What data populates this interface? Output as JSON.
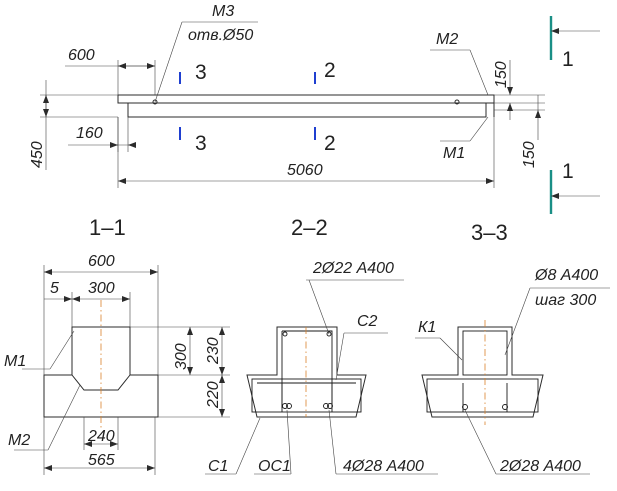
{
  "plan": {
    "mark_m3": "М3",
    "hole_note": "отв.Ø50",
    "dim_600": "600",
    "dim_450": "450",
    "dim_160": "160",
    "dim_5060": "5060",
    "dim_150_top": "150",
    "dim_150_bottom": "150",
    "mark_m2": "М2",
    "mark_m1": "М1",
    "cut3_top": "3",
    "cut2_top": "2",
    "cut3_bottom": "3",
    "cut2_bottom": "2",
    "sect1_top": "1",
    "sect1_bottom": "1"
  },
  "section_1_1": {
    "title": "1–1",
    "dim_600": "600",
    "dim_5": "5",
    "dim_300": "300",
    "dim_300_v": "300",
    "dim_230": "230",
    "dim_220": "220",
    "dim_240": "240",
    "dim_565": "565",
    "mark_m1": "М1",
    "mark_m2": "М2"
  },
  "section_2_2": {
    "title": "2–2",
    "rebar_top": "2Ø22 А400",
    "mark_c2": "С2",
    "mark_c1": "С1",
    "mark_oc1": "ОС1",
    "rebar_bottom": "4Ø28 А400"
  },
  "section_3_3": {
    "title": "3–3",
    "rebar_stirrup": "Ø8 А400",
    "spacing": "шаг 300",
    "mark_k1": "К1",
    "rebar_bottom": "2Ø28 А400"
  }
}
